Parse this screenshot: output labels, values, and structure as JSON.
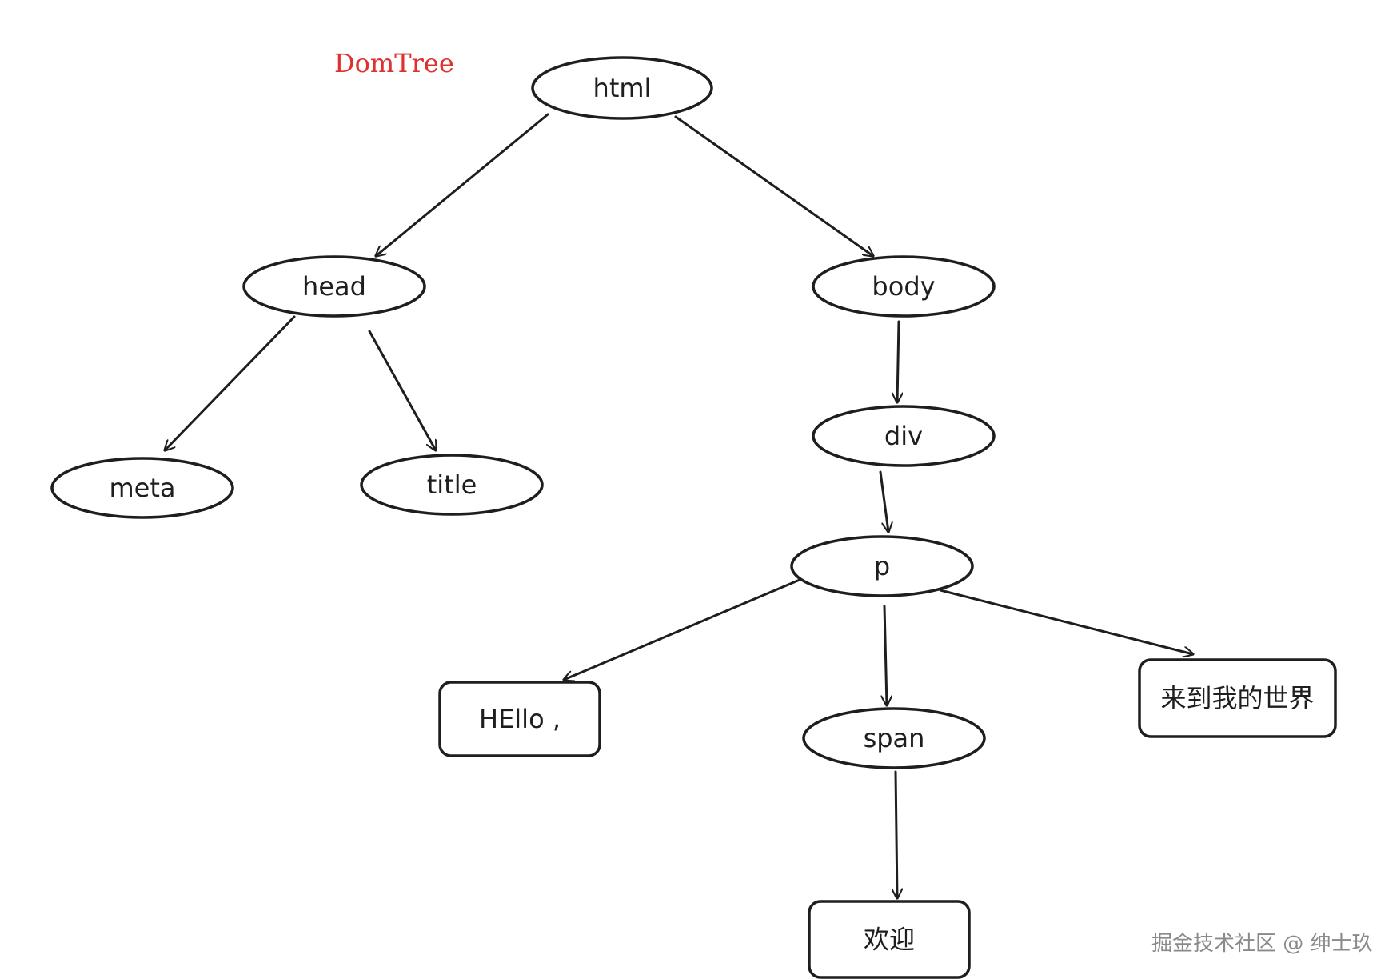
{
  "diagram": {
    "title": "DomTree",
    "watermark": "掘金技术社区 @ 绅士玖",
    "nodes": [
      {
        "id": "html",
        "label": "html",
        "shape": "ellipse"
      },
      {
        "id": "head",
        "label": "head",
        "shape": "ellipse"
      },
      {
        "id": "body",
        "label": "body",
        "shape": "ellipse"
      },
      {
        "id": "meta",
        "label": "meta",
        "shape": "ellipse"
      },
      {
        "id": "title",
        "label": "title",
        "shape": "ellipse"
      },
      {
        "id": "div",
        "label": "div",
        "shape": "ellipse"
      },
      {
        "id": "p",
        "label": "p",
        "shape": "ellipse"
      },
      {
        "id": "hello",
        "label": "HEllo ,",
        "shape": "box"
      },
      {
        "id": "span",
        "label": "span",
        "shape": "ellipse"
      },
      {
        "id": "world",
        "label": "来到我的世界",
        "shape": "box"
      },
      {
        "id": "welcome",
        "label": "欢迎",
        "shape": "box"
      }
    ],
    "edges": [
      {
        "from": "html",
        "to": "head"
      },
      {
        "from": "html",
        "to": "body"
      },
      {
        "from": "head",
        "to": "meta"
      },
      {
        "from": "head",
        "to": "title"
      },
      {
        "from": "body",
        "to": "div"
      },
      {
        "from": "div",
        "to": "p"
      },
      {
        "from": "p",
        "to": "hello"
      },
      {
        "from": "p",
        "to": "span"
      },
      {
        "from": "p",
        "to": "world"
      },
      {
        "from": "span",
        "to": "welcome"
      }
    ]
  }
}
